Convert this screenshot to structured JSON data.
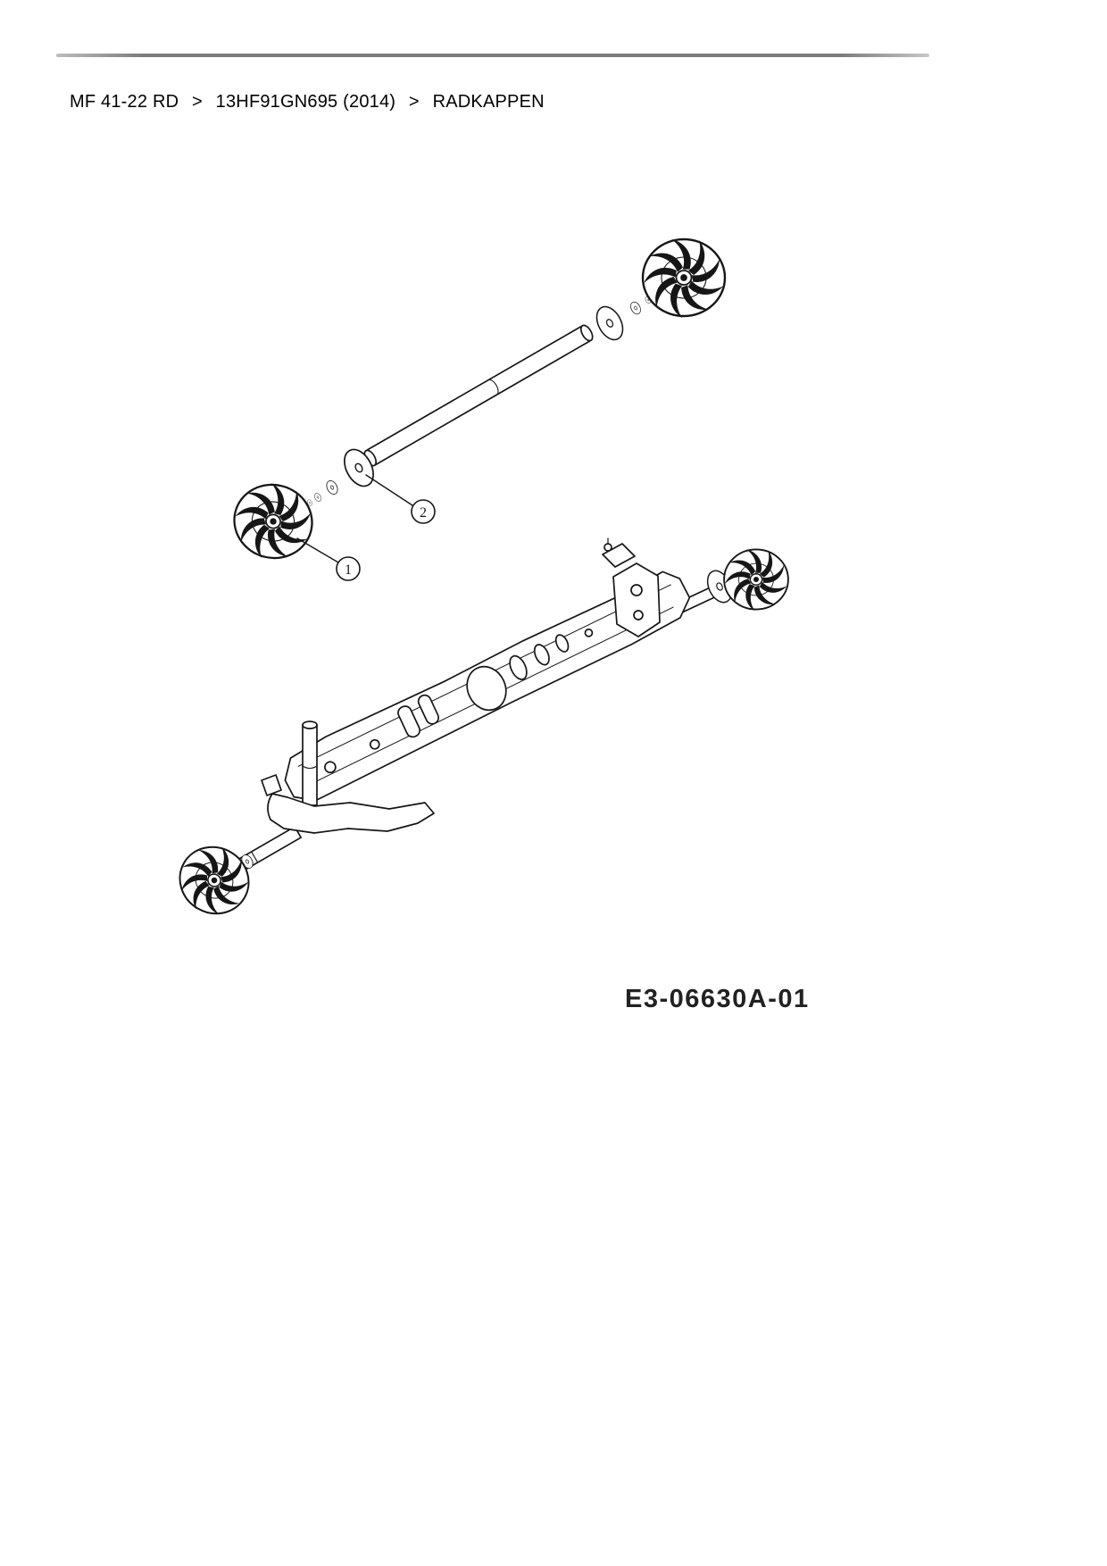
{
  "colors": {
    "background": "#ffffff",
    "text": "#000000",
    "line": "#1a1a1a",
    "divider": "#7d7d7d"
  },
  "breadcrumb": {
    "separator": ">",
    "items": [
      {
        "label": "MF 41-22 RD"
      },
      {
        "label": "13HF91GN695 (2014)"
      },
      {
        "label": "RADKAPPEN"
      }
    ]
  },
  "diagram": {
    "callouts": [
      {
        "label": "1"
      },
      {
        "label": "2"
      }
    ],
    "code": "E3-06630A-01"
  }
}
